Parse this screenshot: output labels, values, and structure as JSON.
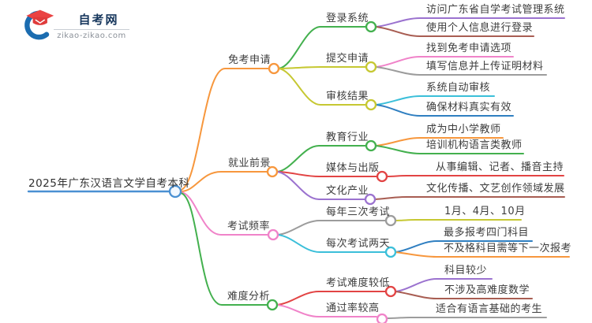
{
  "logo": {
    "title": "自考网",
    "domain": "zikao-zikao.com",
    "icon": "graduation-cap-icon"
  },
  "palette": {
    "root_blue": "#4a90d2",
    "orange": "#f7973d",
    "green": "#43b04e",
    "olive": "#c6c832",
    "pink": "#f083c9",
    "red": "#e24444",
    "purple": "#9b72cf",
    "brown": "#a85d52",
    "cyan": "#3bbfd9",
    "blue": "#2f7fc1",
    "gray": "#9c9c9c",
    "text": "#3d3d3d"
  },
  "mindmap": {
    "root": {
      "label": "2025年广东汉语言文学自考本科",
      "color": "#4a90d2"
    },
    "branches": [
      {
        "label": "免考申请",
        "color": "#f7973d",
        "children": [
          {
            "label": "登录系统",
            "color": "#43b04e",
            "children": [
              {
                "label": "访问广东省自学考试管理系统",
                "color": "#9b72cf"
              },
              {
                "label": "使用个人信息进行登录",
                "color": "#a85d52"
              }
            ]
          },
          {
            "label": "提交申请",
            "color": "#c6c832",
            "children": [
              {
                "label": "找到免考申请选项",
                "color": "#f083c9"
              },
              {
                "label": "填写信息并上传证明材料",
                "color": "#9c9c9c"
              }
            ]
          },
          {
            "label": "审核结果",
            "color": "#c6c832",
            "children": [
              {
                "label": "系统自动审核",
                "color": "#3bbfd9"
              },
              {
                "label": "确保材料真实有效",
                "color": "#2f7fc1"
              }
            ]
          }
        ]
      },
      {
        "label": "就业前景",
        "color": "#f7973d",
        "children": [
          {
            "label": "教育行业",
            "color": "#43b04e",
            "children": [
              {
                "label": "成为中小学教师",
                "color": "#f7973d"
              },
              {
                "label": "培训机构语言类教师",
                "color": "#43b04e"
              }
            ]
          },
          {
            "label": "媒体与出版",
            "color": "#e24444",
            "children": [
              {
                "label": "从事编辑、记者、播音主持",
                "color": "#e24444"
              }
            ]
          },
          {
            "label": "文化产业",
            "color": "#9b72cf",
            "children": [
              {
                "label": "文化传播、文艺创作领域发展",
                "color": "#a85d52"
              }
            ]
          }
        ]
      },
      {
        "label": "考试频率",
        "color": "#f083c9",
        "children": [
          {
            "label": "每年三次考试",
            "color": "#9c9c9c",
            "children": [
              {
                "label": "1月、4月、10月",
                "color": "#c6c832"
              }
            ]
          },
          {
            "label": "每次考试两天",
            "color": "#3bbfd9",
            "children": [
              {
                "label": "最多报考四门科目",
                "color": "#2f7fc1"
              },
              {
                "label": "不及格科目需等下一次报考",
                "color": "#f7973d"
              }
            ]
          }
        ]
      },
      {
        "label": "难度分析",
        "color": "#43b04e",
        "children": [
          {
            "label": "考试难度较低",
            "color": "#e24444",
            "children": [
              {
                "label": "科目较少",
                "color": "#9b72cf"
              },
              {
                "label": "不涉及高难度数学",
                "color": "#a85d52"
              }
            ]
          },
          {
            "label": "通过率较高",
            "color": "#f083c9",
            "children": [
              {
                "label": "适合有语言基础的考生",
                "color": "#9c9c9c"
              }
            ]
          }
        ]
      }
    ]
  }
}
